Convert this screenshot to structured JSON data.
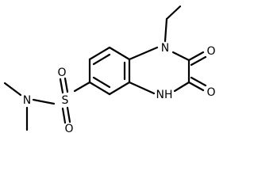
{
  "molecule": {
    "atoms": {
      "n1": "N",
      "o2": "O",
      "o3": "O",
      "nh4": "NH",
      "s": "S",
      "o_s_top": "O",
      "o_s_bottom": "O",
      "n_sulfonamide": "N"
    },
    "colors": {
      "bond": "#000000",
      "label": "#000000",
      "background": "#ffffff"
    }
  }
}
